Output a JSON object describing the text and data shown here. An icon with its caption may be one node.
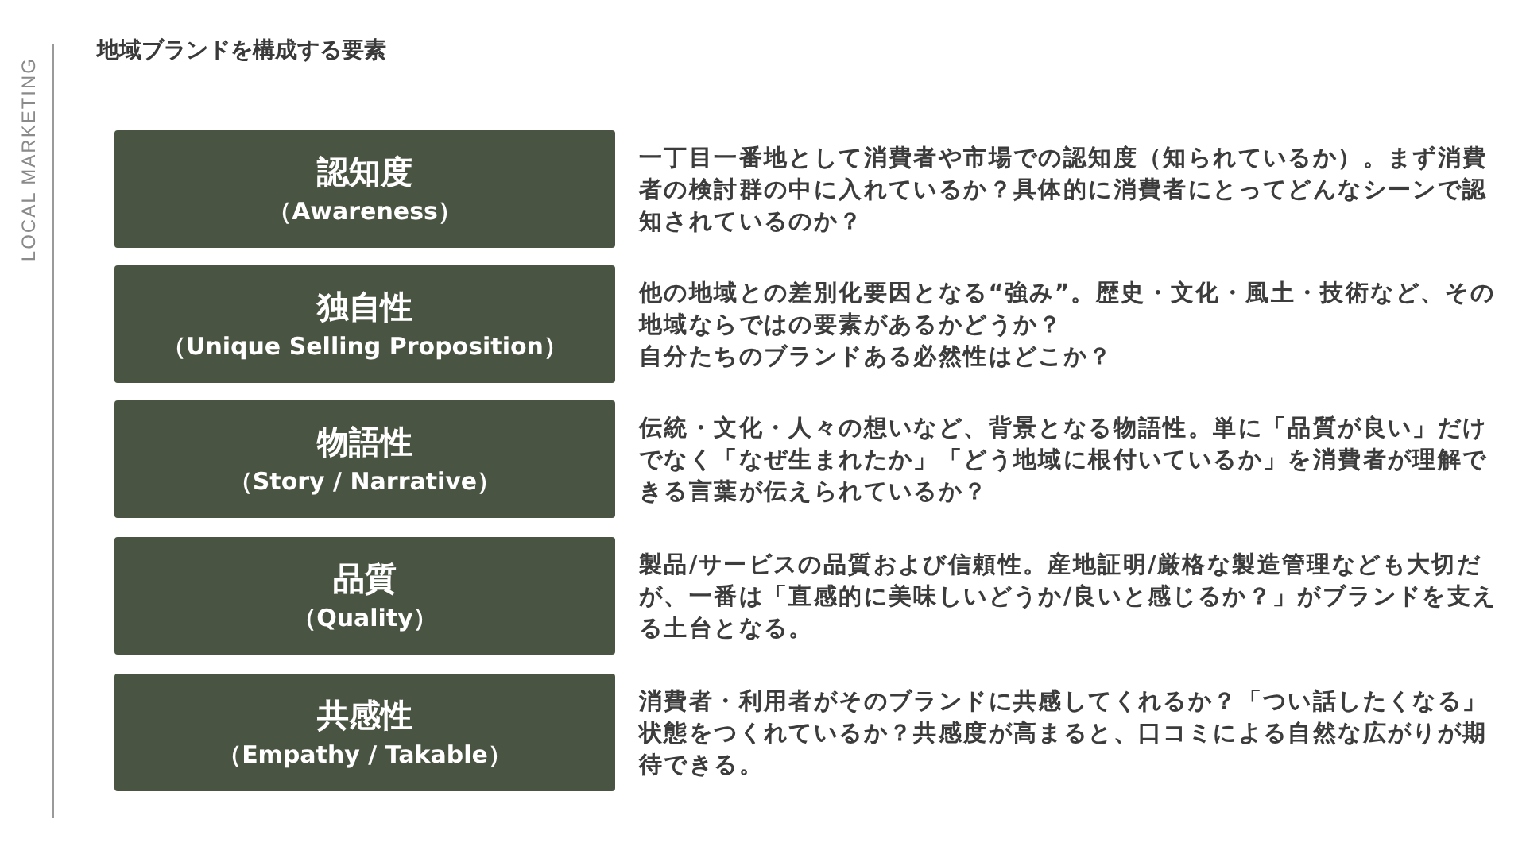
{
  "diagram": {
    "title": "地域ブランドを構成する要素",
    "nodes": [
      {
        "text": [
          "認知度",
          "（Awareness）"
        ],
        "beside": [
          "一丁目一番地として消費者や市場での認知度（知られているか）。まず消費者の検討群の中に入れているか？具体的に消費者にとってどんなシーンで認知されているのか？"
        ]
      },
      {
        "text": [
          "独自性",
          "（Unique Selling Proposition）"
        ],
        "beside": [
          "他の地域との差別化要因となる“強み”。歴史・文化・風土・技術など、その地域ならではの要素があるかどうか？",
          "自分たちのブランドある必然性はどこか？"
        ]
      },
      {
        "text": [
          "物語性",
          "（Story / Narrative）"
        ],
        "beside": [
          "伝統・文化・人々の想いなど、背景となる物語性。単に「品質が良い」だけでなく「なぜ生まれたか」「どう地域に根付いているか」を消費者が理解できる言葉が伝えられているか？"
        ]
      },
      {
        "text": [
          "品質",
          "（Quality）"
        ],
        "beside": [
          "製品/サービスの品質および信頼性。産地証明/厳格な製造管理なども大切だが、一番は「直感的に美味しいどうか/良いと感じるか？」がブランドを支える土台となる。"
        ]
      },
      {
        "text": [
          "共感性",
          "（Empathy / Takable）"
        ],
        "beside": [
          "消費者・利用者がそのブランドに共感してくれるか？「つい話したくなる」状態をつくれているか？共感度が高まると、口コミによる自然な広がりが期待できる。"
        ]
      }
    ],
    "labels": [
      "LOCAL MARKETING"
    ]
  }
}
